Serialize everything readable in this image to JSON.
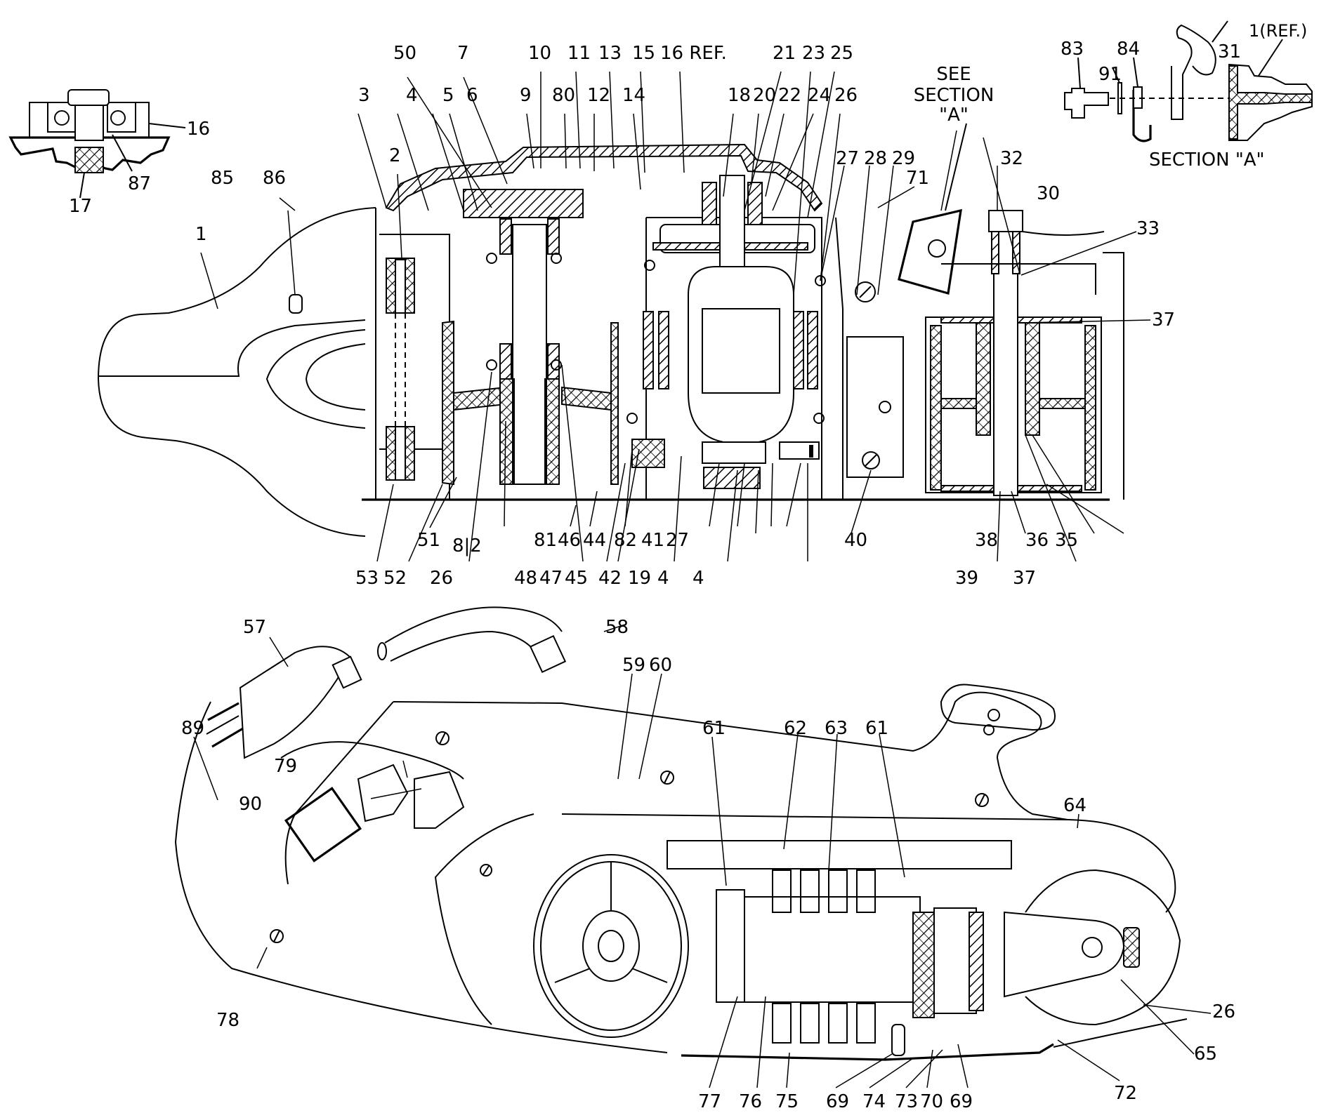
{
  "title": "Belt sander parts breakdown diagram",
  "inset_bearing": {
    "labels": [
      "16",
      "87",
      "17"
    ]
  },
  "section_a": {
    "caption": "SECTION \"A\"",
    "labels": [
      "83",
      "84",
      "91",
      "31",
      "1(REF.)"
    ]
  },
  "see_section": {
    "line1": "SEE",
    "line2": "SECTION",
    "line3": "\"A\""
  },
  "top_view": {
    "top_labels_row1": [
      "50",
      "7",
      "10",
      "11",
      "13",
      "15",
      "16 REF.",
      "21",
      "23",
      "25"
    ],
    "top_labels_row2": [
      "3",
      "4",
      "5",
      "6",
      "9",
      "80",
      "12",
      "14",
      "18",
      "20",
      "22",
      "24",
      "26",
      "27",
      "28",
      "29",
      "32"
    ],
    "side_labels": [
      "2",
      "85",
      "86",
      "1",
      "71",
      "30",
      "33",
      "37"
    ],
    "bottom_labels_row1": [
      "51",
      "8|2",
      "81",
      "46",
      "44",
      "82",
      "41",
      "27",
      "40",
      "38",
      "36",
      "35"
    ],
    "bottom_labels_row2": [
      "53",
      "52",
      "26",
      "48",
      "47",
      "45",
      "42",
      "19",
      "4",
      "4",
      "39",
      "37"
    ]
  },
  "side_view": {
    "top_labels": [
      "57",
      "58",
      "59",
      "60",
      "61",
      "62",
      "63",
      "61",
      "64"
    ],
    "left_labels": [
      "89",
      "79",
      "90",
      "78"
    ],
    "right_labels": [
      "26",
      "65"
    ],
    "bottom_labels": [
      "77",
      "76",
      "75",
      "69",
      "74",
      "73",
      "70",
      "69",
      "72"
    ]
  }
}
